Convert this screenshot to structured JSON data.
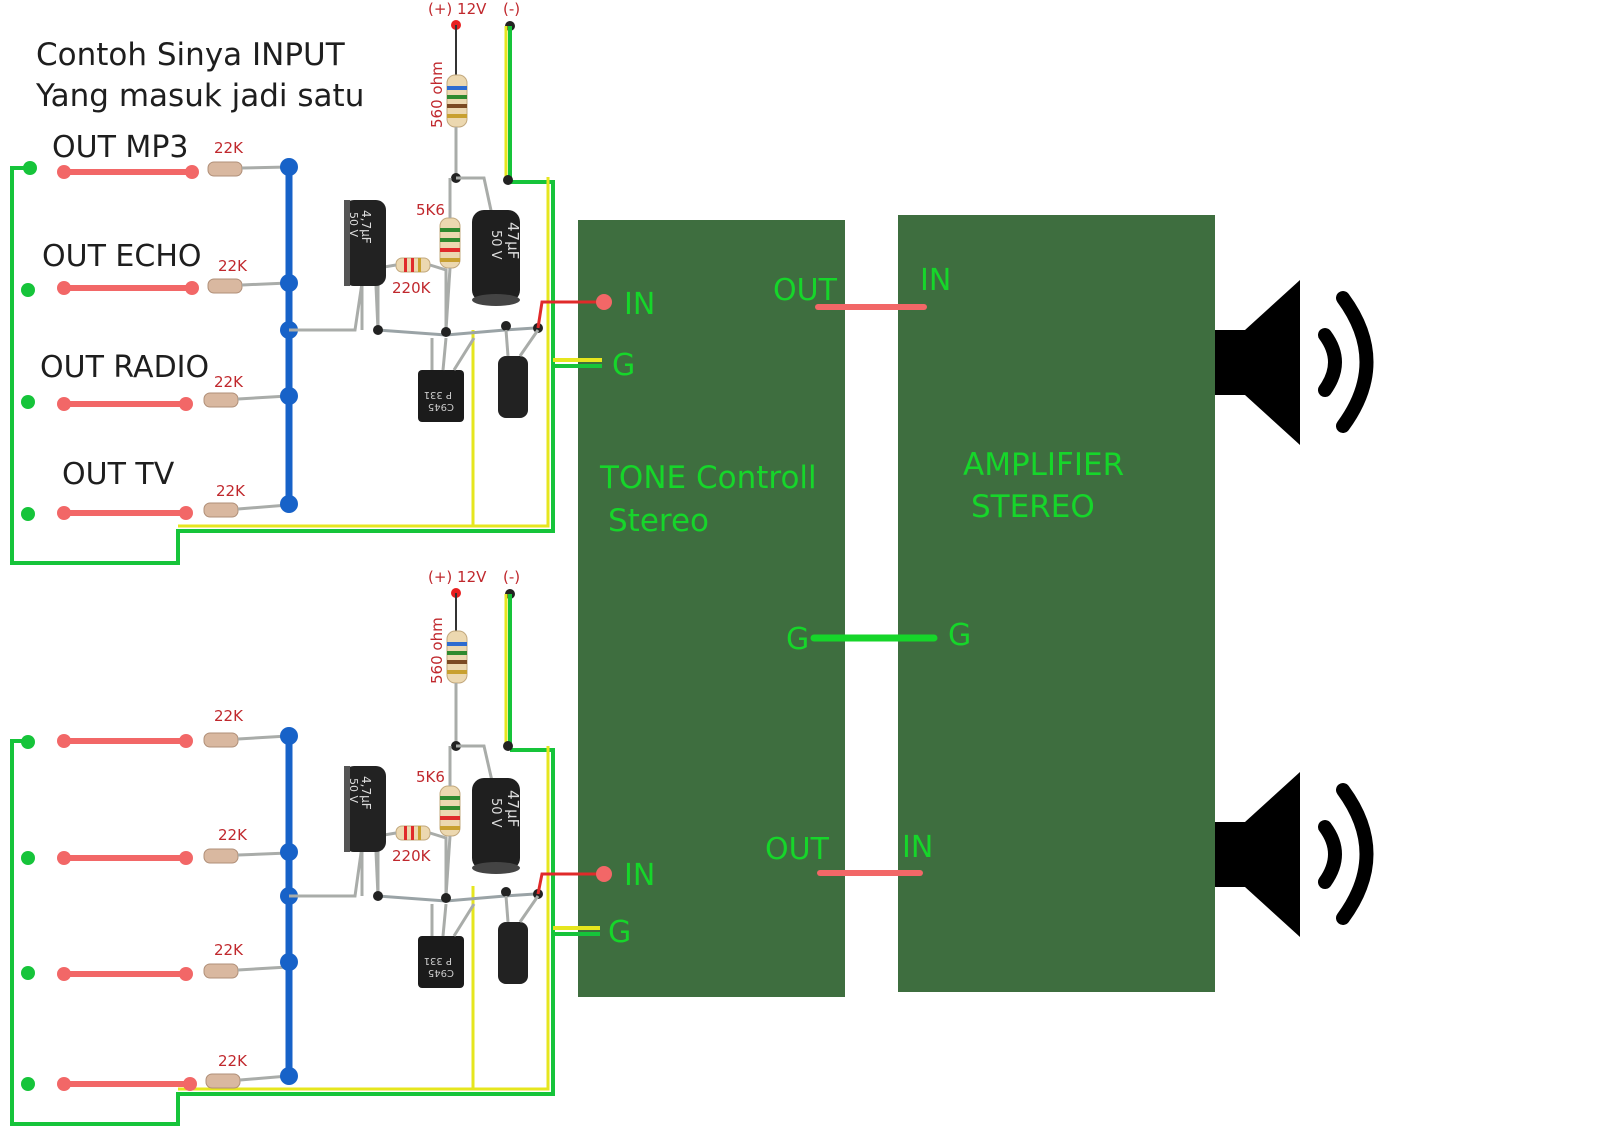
{
  "caption": {
    "line1": "Contoh Sinya INPUT",
    "line2": "Yang masuk jadi satu"
  },
  "inputs": [
    "OUT MP3",
    "OUT ECHO",
    "OUT RADIO",
    "OUT TV"
  ],
  "components": {
    "input_resistor": "22K",
    "supply_positive": "(+) 12V",
    "supply_negative": "(-)",
    "resistor_560": "560 ohm",
    "resistor_5k6": "5K6",
    "resistor_220k": "220K",
    "cap_small": "4,7µF",
    "cap_small_volt": "50 V",
    "cap_big": "47µF",
    "cap_big_volt": "50 V",
    "transistor_top": "C945",
    "transistor_bottom": "P 331"
  },
  "tone_control": {
    "title_line1": "TONE Controll",
    "title_line2": "Stereo",
    "in_label": "IN",
    "out_label": "OUT",
    "g_label": "G"
  },
  "amplifier": {
    "title_line1": "AMPLIFIER",
    "title_line2": "STEREO",
    "in_label": "IN",
    "g_label": "G"
  },
  "icons": {
    "speaker": "speaker-sound-icon"
  },
  "colors": {
    "block": "#3e6e3f",
    "label_green": "#16d62a",
    "signal_wire": "#f26767",
    "bus_wire": "#1762c8",
    "ground_wire": "#16c43a"
  }
}
